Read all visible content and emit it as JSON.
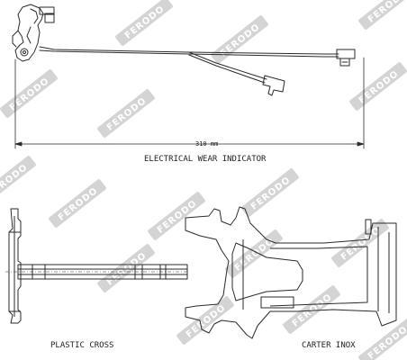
{
  "diagram": {
    "title": "ELECTRICAL WEAR INDICATOR",
    "dimension_label": "310 mm",
    "parts": {
      "plastic_cross": "PLASTIC CROSS",
      "carter_inox": "CARTER INOX"
    },
    "watermark": "FERODO"
  },
  "colors": {
    "line": "#2a2a2a",
    "watermark_fill": "#d4d4d4",
    "watermark_text": "#ffffff",
    "background": "#ffffff"
  }
}
